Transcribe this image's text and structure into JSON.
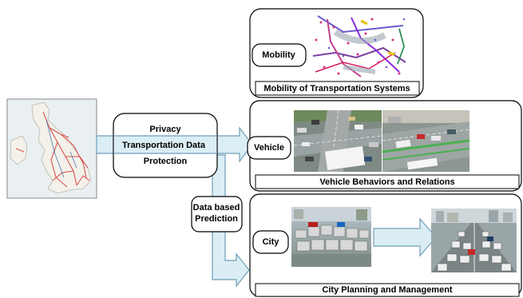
{
  "diagram": {
    "center_box": {
      "privacy": "Privacy",
      "transportation_data": "Transportation Data",
      "protection": "Protection"
    },
    "prediction_box": {
      "line1": "Data based",
      "line2": "Prediction"
    },
    "panels": [
      {
        "tag": "Mobility",
        "caption": "Mobility of Transportation Systems"
      },
      {
        "tag": "Vehicle",
        "caption": "Vehicle Behaviors and Relations"
      },
      {
        "tag": "City",
        "caption": "City Planning and Management"
      }
    ],
    "colors": {
      "arrow_fill": "#dbeef5",
      "arrow_stroke": "#6e9fb8",
      "box_stroke": "#000000",
      "map_line": "#d9534f"
    }
  }
}
